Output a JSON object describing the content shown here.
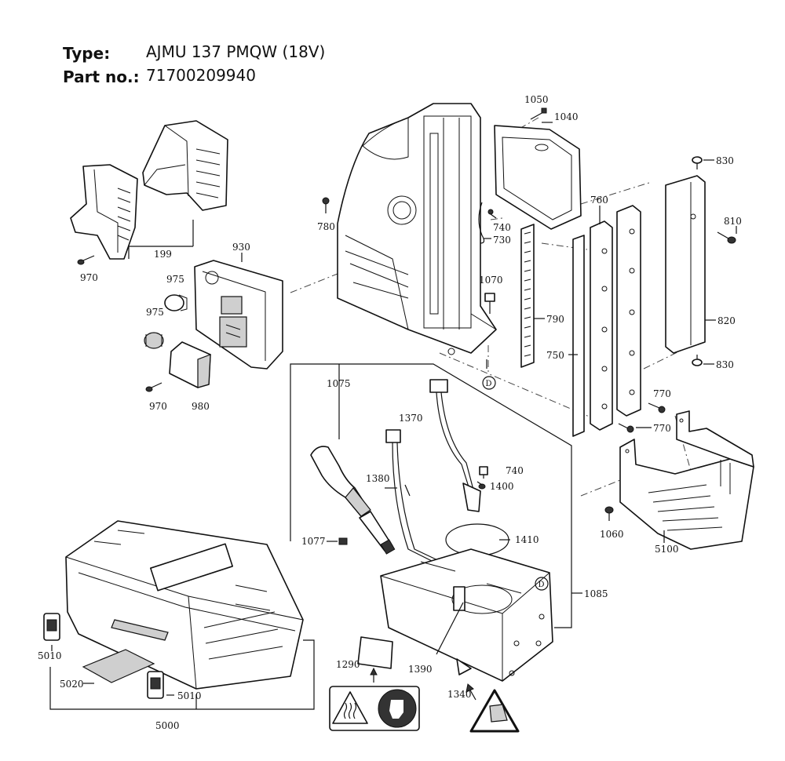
{
  "header": {
    "type_label": "Type:",
    "type_value": "AJMU 137 PMQW (18V)",
    "part_label": "Part no.:",
    "part_value": "71700209940"
  },
  "callouts": {
    "c1050": "1050",
    "c1040": "1040",
    "c830a": "830",
    "c810": "810",
    "c820": "820",
    "c830b": "830",
    "c760": "760",
    "c780": "780",
    "c740a": "740",
    "c730": "730",
    "c1070": "1070",
    "c790": "790",
    "c750": "750",
    "c770a": "770",
    "c770b": "770",
    "c199": "199",
    "c970a": "970",
    "c930": "930",
    "c975a": "975",
    "c975b": "975",
    "c970b": "970",
    "c980": "980",
    "c1075": "1075",
    "c1370": "1370",
    "c1380": "1380",
    "c740b": "740",
    "c1400": "1400",
    "c1410": "1410",
    "c1077": "1077",
    "c1085": "1085",
    "c1290": "1290",
    "c1390": "1390",
    "c1340": "1340",
    "c1060": "1060",
    "c5100": "5100",
    "c5010a": "5010",
    "c5020": "5020",
    "c5010b": "5010",
    "c5000": "5000",
    "d1": "D",
    "d2": "D"
  }
}
